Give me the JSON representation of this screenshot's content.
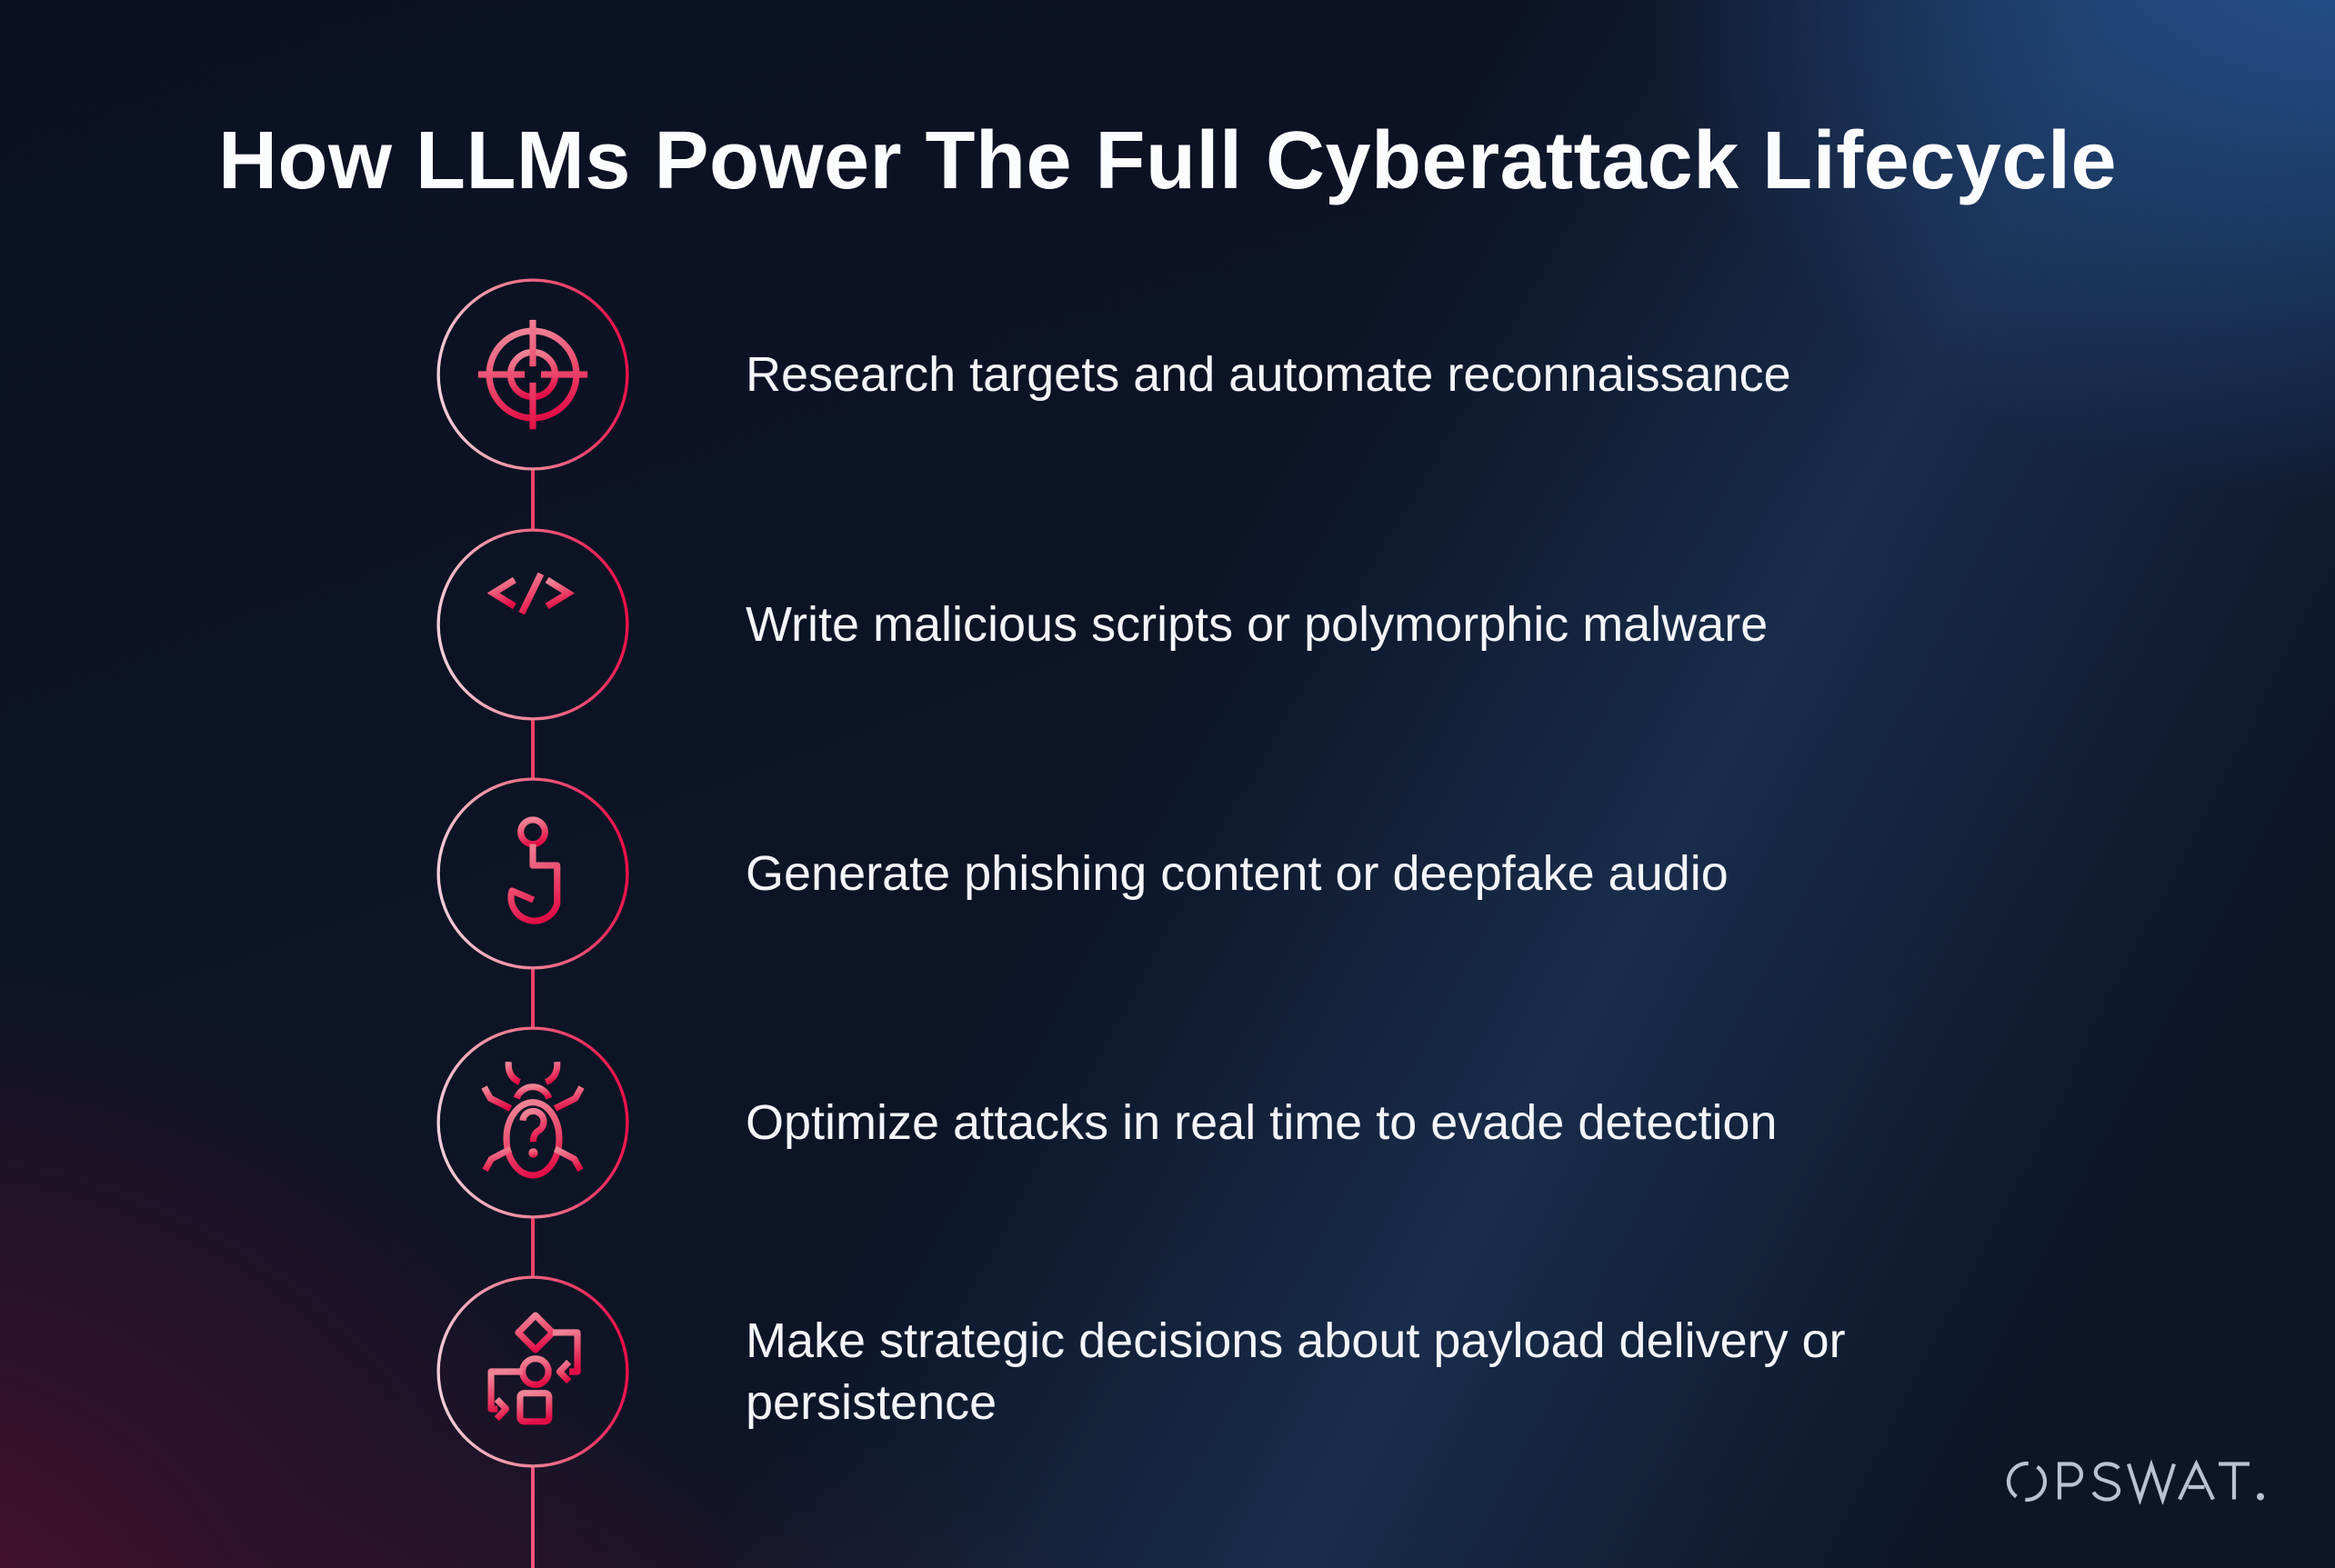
{
  "title": "How LLMs Power The Full Cyberattack Lifecycle",
  "steps": [
    {
      "icon": "target-icon",
      "label": "Research targets and automate reconnaissance"
    },
    {
      "icon": "code-icon",
      "label": "Write malicious scripts or polymorphic malware"
    },
    {
      "icon": "fishhook-icon",
      "label": "Generate phishing content or deepfake audio"
    },
    {
      "icon": "bug-icon",
      "label": "Optimize attacks in real time to evade detection"
    },
    {
      "icon": "flowchart-icon",
      "label": "Make strategic decisions about payload delivery or persistence"
    }
  ],
  "brand": {
    "logo_text": "OPSWAT."
  },
  "colors": {
    "background_navy": "#0b1222",
    "background_blue_glow": "#26568f",
    "background_maroon_glow": "#4a0f2a",
    "ring_gradient_start": "#f4ced8",
    "ring_gradient_mid": "#ee7d92",
    "ring_gradient_end": "#ef0e49",
    "icon_gradient_start": "#ef8396",
    "icon_gradient_end": "#e30d46",
    "connector_pink": "#ee4168",
    "title_white": "#fbfcfe",
    "body_text": "#f3f5f9",
    "logo_gray": "#b8c2d2"
  }
}
